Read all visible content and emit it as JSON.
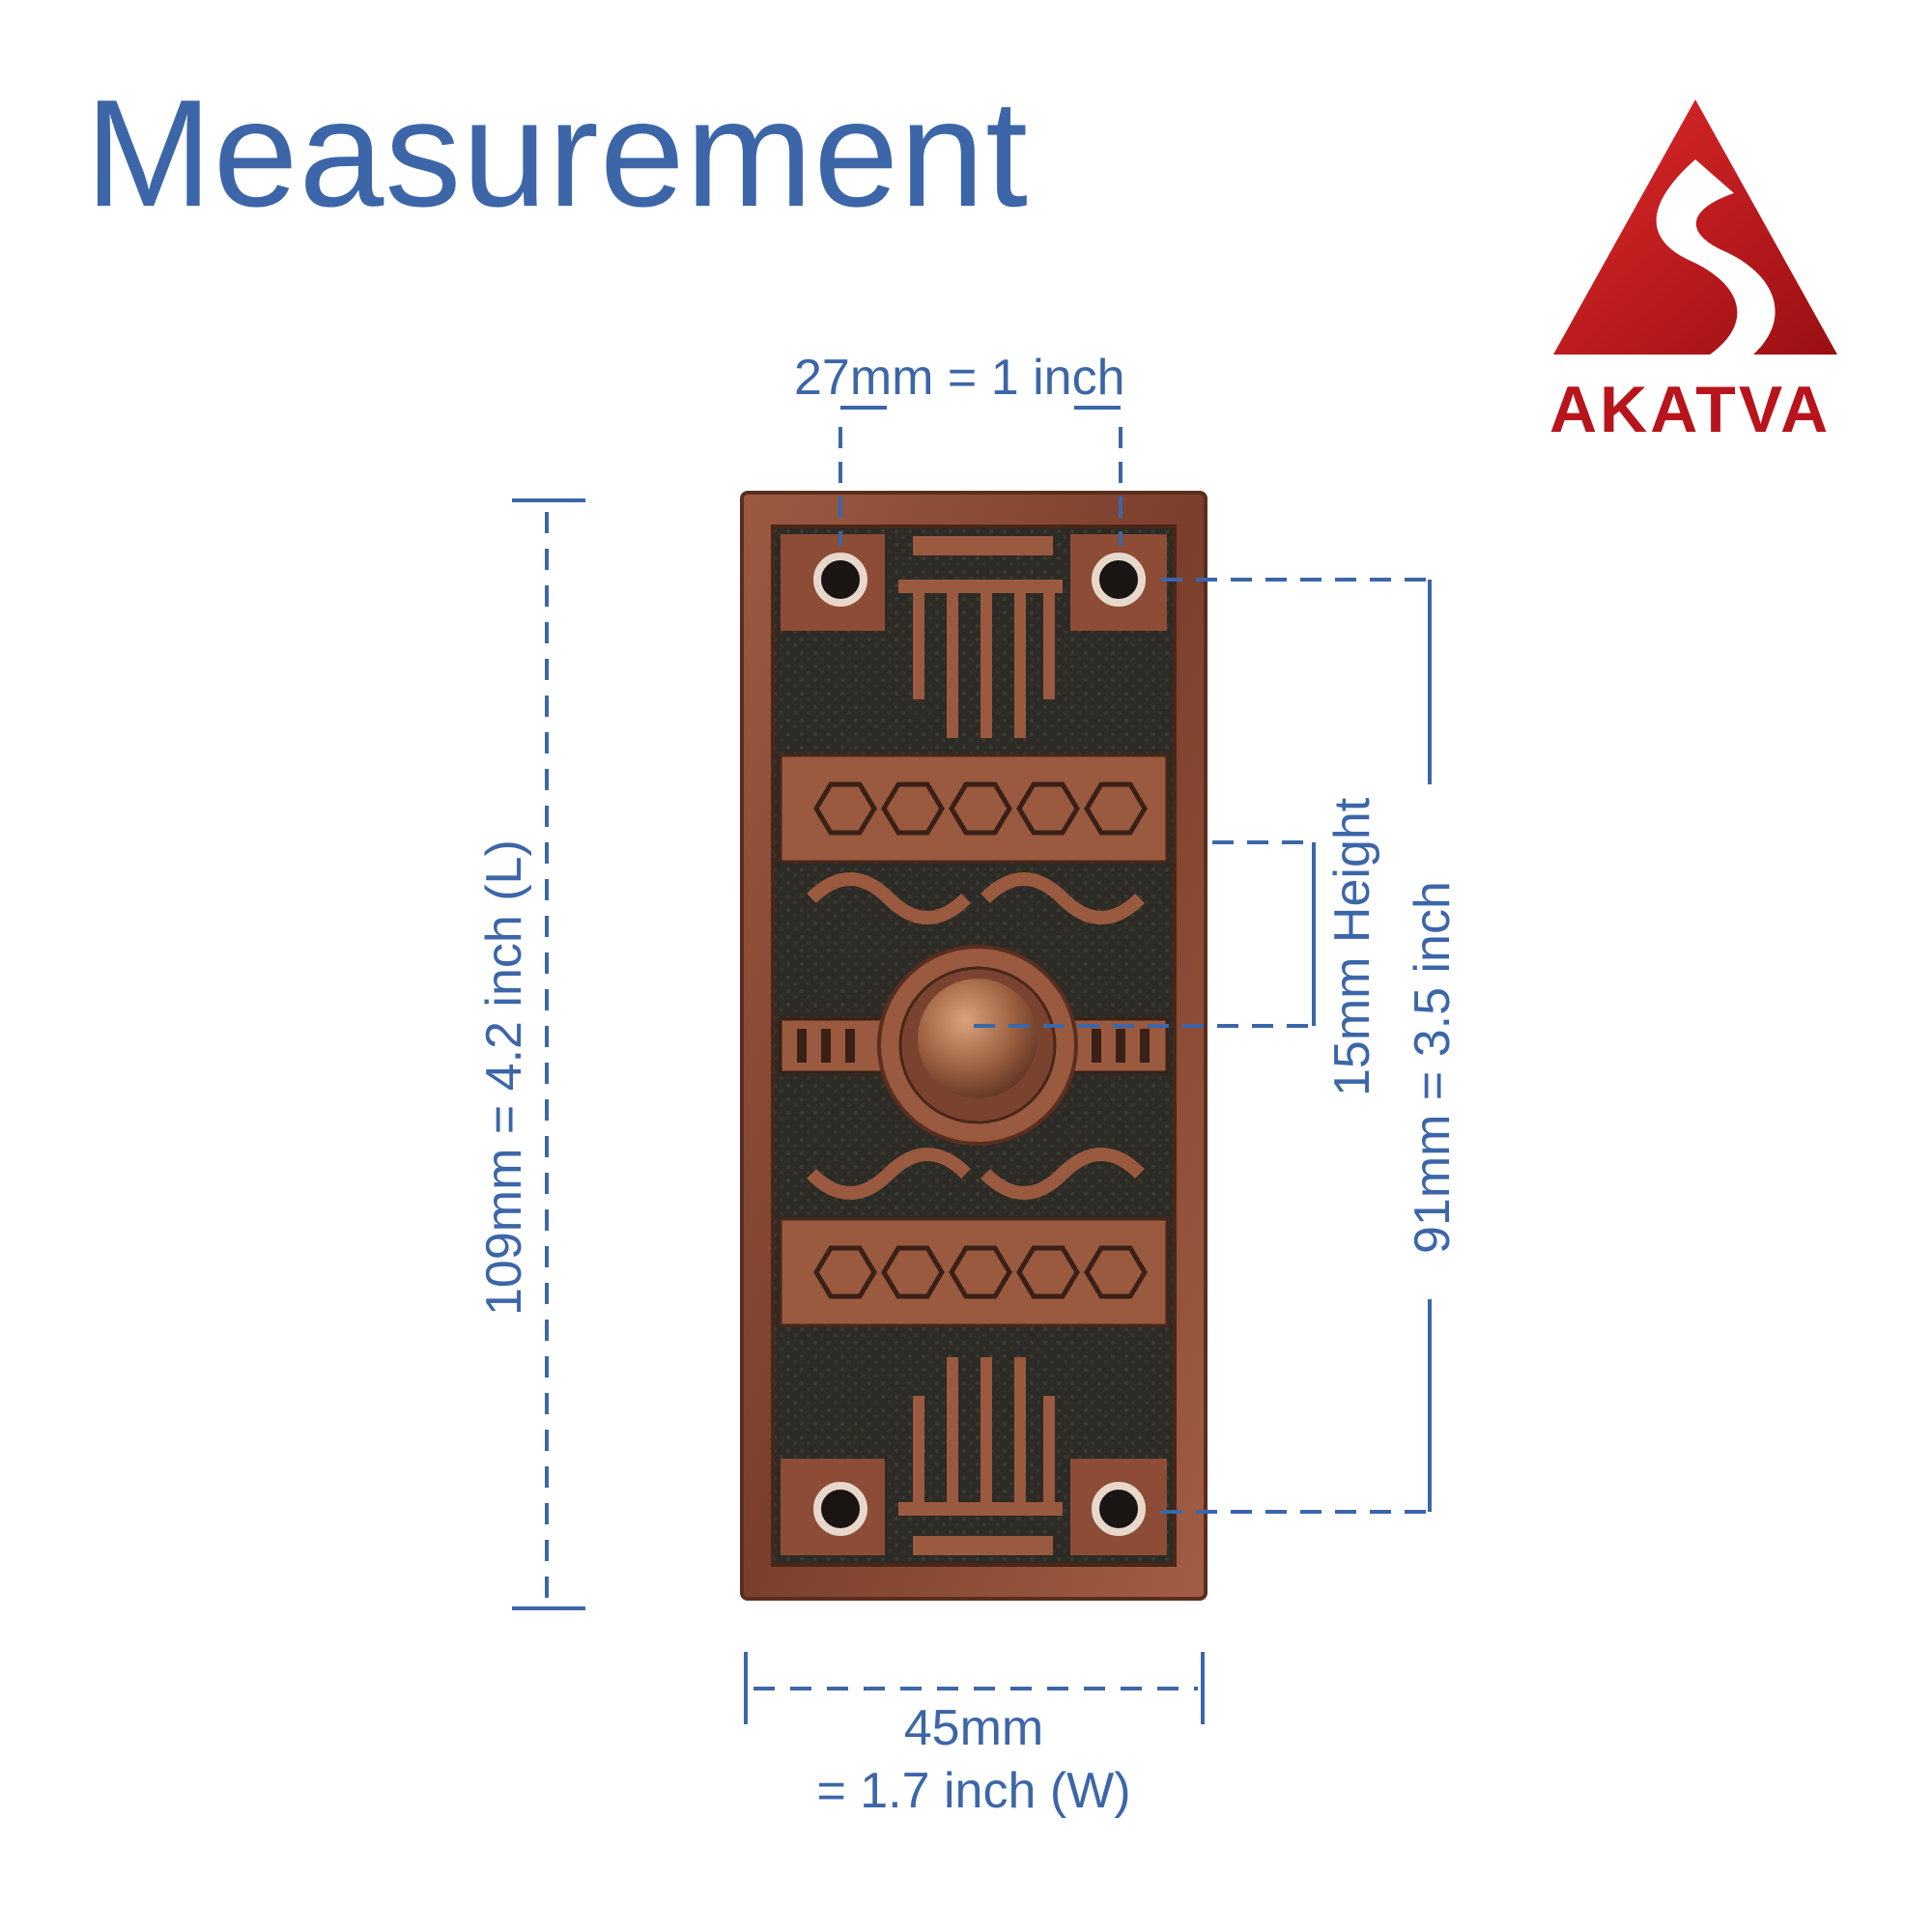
{
  "title": "Measurement",
  "brand": {
    "name": "AKATVA",
    "color": "#b8141c"
  },
  "accent_color": "#3c66a8",
  "plate_color": "#8a4a35",
  "measurements": {
    "hole_spacing_width": "27mm = 1 inch",
    "length": "109mm = 4.2 inch (L)",
    "button_height": "15mm Height",
    "hole_spacing_height": "91mm = 3.5 inch",
    "width_line1": "45mm",
    "width_line2": "= 1.7 inch (W)"
  }
}
